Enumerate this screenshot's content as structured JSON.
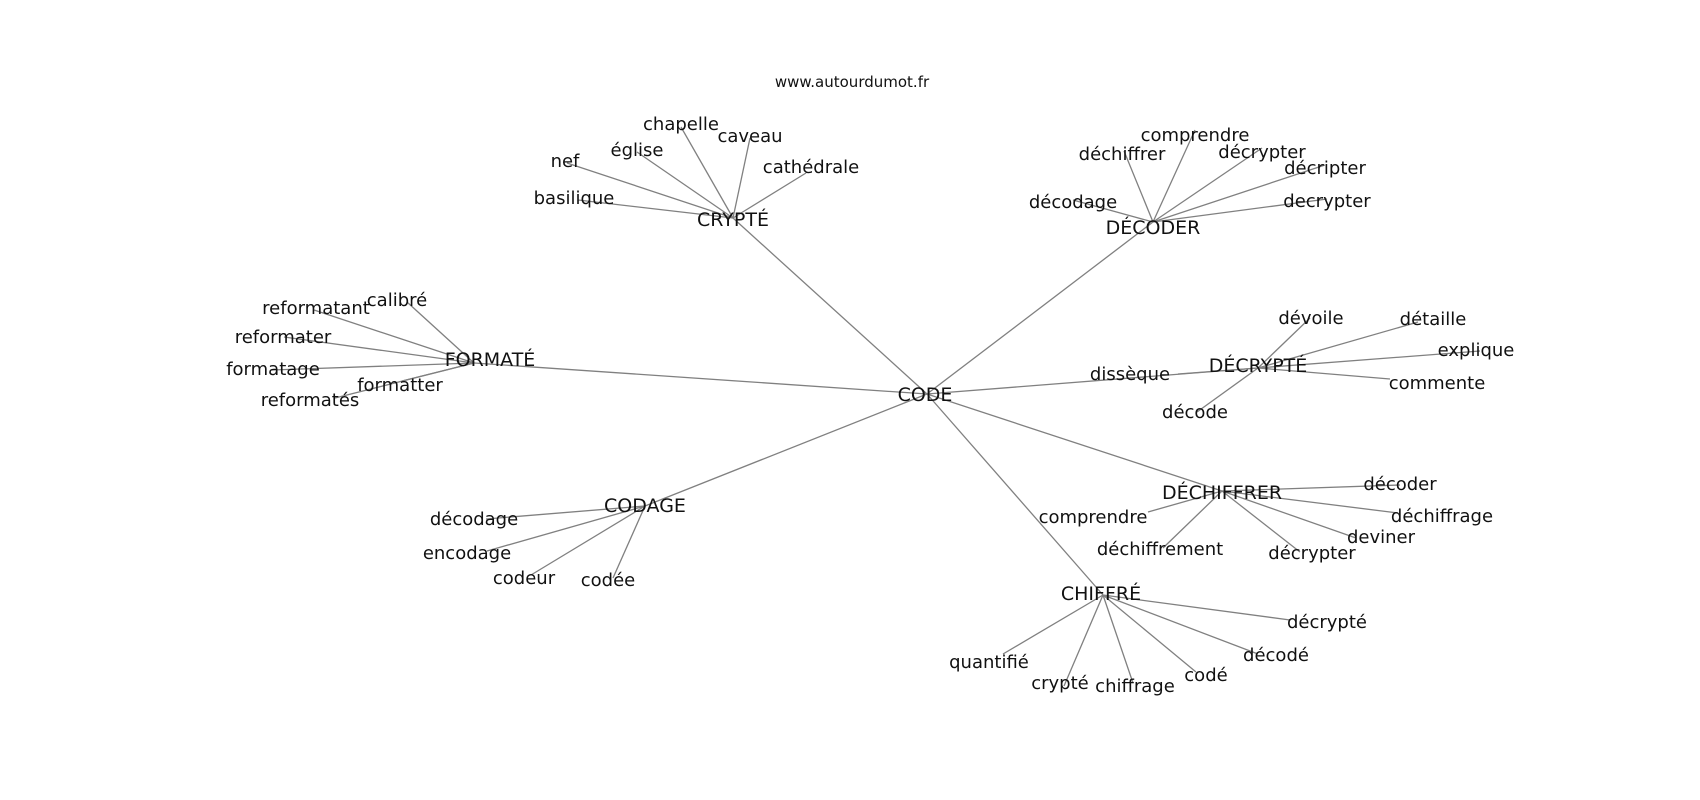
{
  "site": "www.autourdumot.fr",
  "center": "CODE",
  "groups": [
    {
      "label": "CRYPTÉ",
      "words": [
        "nef",
        "basilique",
        "église",
        "chapelle",
        "caveau",
        "cathédrale"
      ]
    },
    {
      "label": "DÉCODER",
      "words": [
        "décodage",
        "déchiffrer",
        "comprendre",
        "décrypter",
        "décripter",
        "decrypter"
      ]
    },
    {
      "label": "FORMATÉ",
      "words": [
        "reformatant",
        "calibré",
        "reformater",
        "formatage",
        "formatter",
        "reformatés"
      ]
    },
    {
      "label": "DÉCRYPTÉ",
      "words": [
        "dévoile",
        "détaille",
        "explique",
        "commente",
        "décode",
        "dissèque"
      ]
    },
    {
      "label": "CODAGE",
      "words": [
        "décodage",
        "encodage",
        "codeur",
        "codée"
      ]
    },
    {
      "label": "DÉCHIFFRER",
      "words": [
        "décoder",
        "déchiffrage",
        "deviner",
        "décrypter",
        "déchiffrement",
        "comprendre"
      ]
    },
    {
      "label": "CHIFFRÉ",
      "words": [
        "décrypté",
        "décodé",
        "codé",
        "chiffrage",
        "crypté",
        "quantifié"
      ]
    }
  ]
}
